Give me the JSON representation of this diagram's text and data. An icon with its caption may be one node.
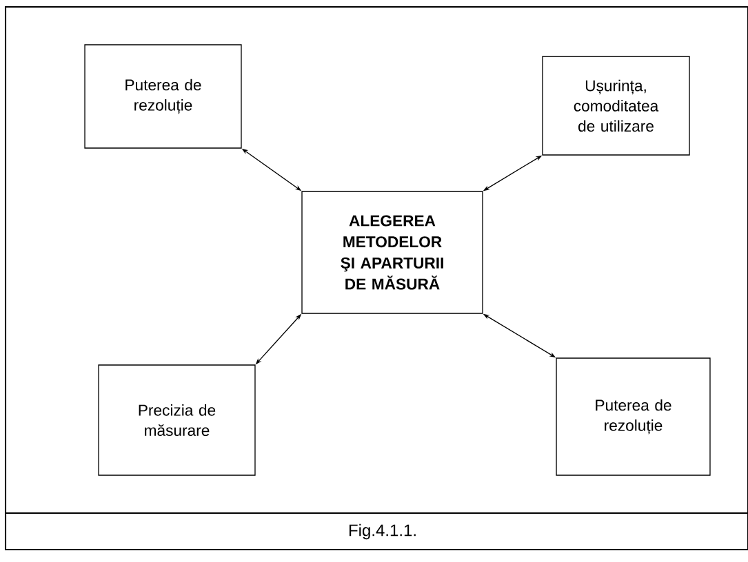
{
  "diagram": {
    "caption": "Fig.4.1.1.",
    "nodes": [
      {
        "text": [
          "Puterea de rezoluție"
        ]
      },
      {
        "text": [
          "Ușurința, comoditatea de utilizare"
        ]
      },
      {
        "text": [
          "ALEGEREA METODELOR ŞI APARTURII DE MĂSURĂ"
        ]
      },
      {
        "text": [
          "Precizia de măsurare"
        ]
      },
      {
        "text": [
          "Puterea de rezoluție"
        ]
      }
    ],
    "edges": [
      {
        "from": 2,
        "to": 0,
        "arrow": "both"
      },
      {
        "from": 2,
        "to": 1,
        "arrow": "both"
      },
      {
        "from": 2,
        "to": 3,
        "arrow": "both"
      },
      {
        "from": 2,
        "to": 4,
        "arrow": "both"
      }
    ]
  }
}
